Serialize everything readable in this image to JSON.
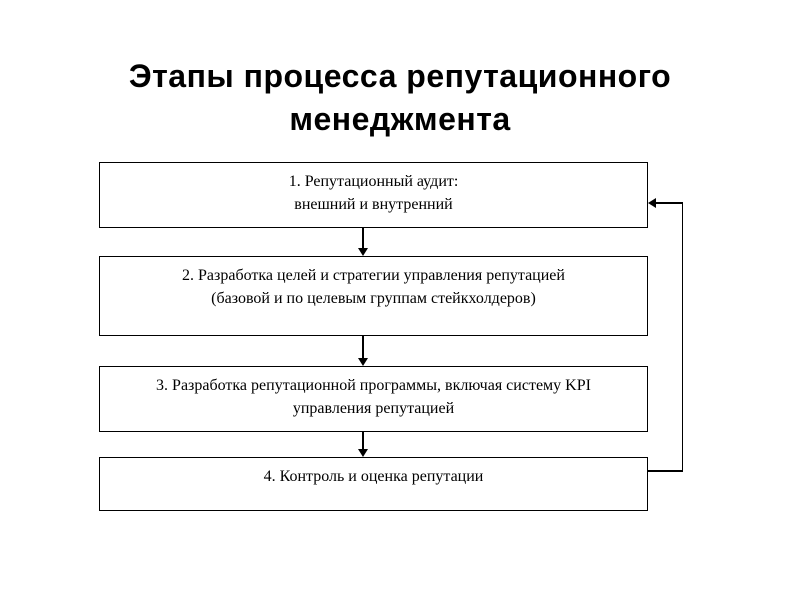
{
  "slide": {
    "background": "#ffffff"
  },
  "title": {
    "lines": [
      "Этапы процесса репутационного",
      "менеджмента"
    ],
    "color": "#000000"
  },
  "diagram": {
    "type": "flowchart",
    "line_color": "#000000",
    "text_color": "#000000",
    "boxes": [
      {
        "id": 1,
        "lines": [
          "1. Репутационный аудит:",
          "внешний и внутренний"
        ]
      },
      {
        "id": 2,
        "lines": [
          "2. Разработка целей и стратегии управления репутацией",
          "(базовой и по целевым группам стейкхолдеров)"
        ]
      },
      {
        "id": 3,
        "lines": [
          "3. Разработка репутационной программы, включая систему KPI",
          "управления репутацией"
        ]
      },
      {
        "id": 4,
        "lines": [
          "4. Контроль и оценка репутации"
        ]
      }
    ],
    "connectors": [
      {
        "from": 1,
        "to": 2,
        "type": "arrow-down"
      },
      {
        "from": 2,
        "to": 3,
        "type": "arrow-down"
      },
      {
        "from": 3,
        "to": 4,
        "type": "arrow-down"
      },
      {
        "from": 4,
        "to": 1,
        "type": "feedback-loop-right-side"
      }
    ]
  }
}
